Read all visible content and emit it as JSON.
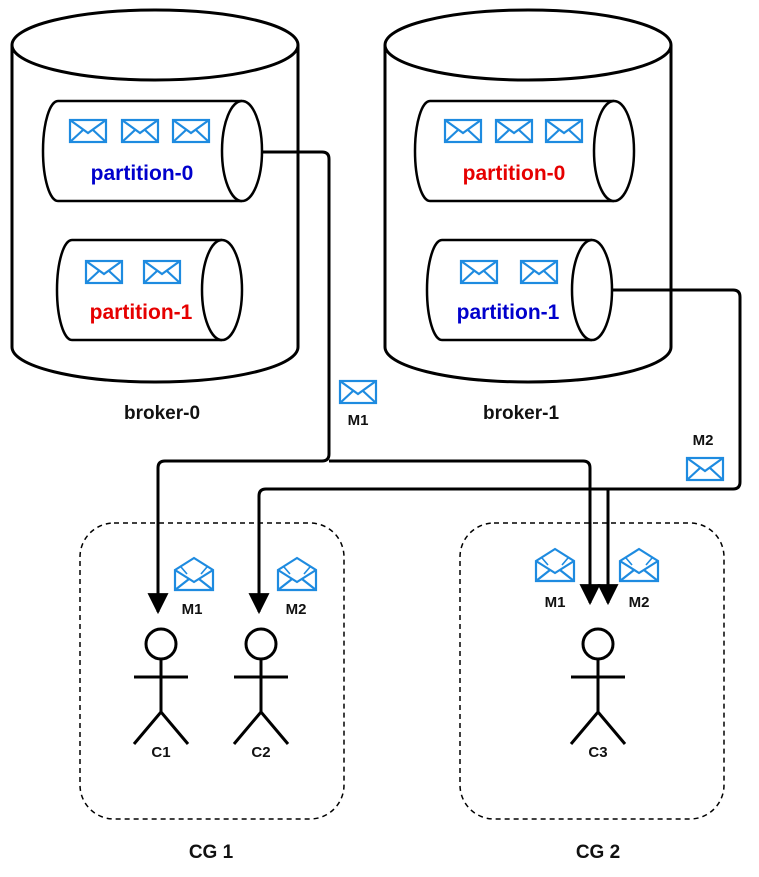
{
  "brokers": [
    {
      "label": "broker-0",
      "partitions": [
        {
          "label": "partition-0",
          "color": "#0000cc",
          "messages": 3
        },
        {
          "label": "partition-1",
          "color": "#e60000",
          "messages": 2
        }
      ]
    },
    {
      "label": "broker-1",
      "partitions": [
        {
          "label": "partition-0",
          "color": "#e60000",
          "messages": 3
        },
        {
          "label": "partition-1",
          "color": "#0000cc",
          "messages": 2
        }
      ]
    }
  ],
  "flow_messages": [
    {
      "label": "M1"
    },
    {
      "label": "M2"
    }
  ],
  "consumer_groups": [
    {
      "label": "CG 1",
      "received": [
        {
          "label": "M1"
        },
        {
          "label": "M2"
        }
      ],
      "consumers": [
        {
          "label": "C1"
        },
        {
          "label": "C2"
        }
      ]
    },
    {
      "label": "CG 2",
      "received": [
        {
          "label": "M1"
        },
        {
          "label": "M2"
        }
      ],
      "consumers": [
        {
          "label": "C3"
        }
      ]
    }
  ],
  "colors": {
    "envelope": "#1e8be0",
    "leader_partition": "#0000cc",
    "follower_partition": "#e60000",
    "stroke": "#000000"
  }
}
